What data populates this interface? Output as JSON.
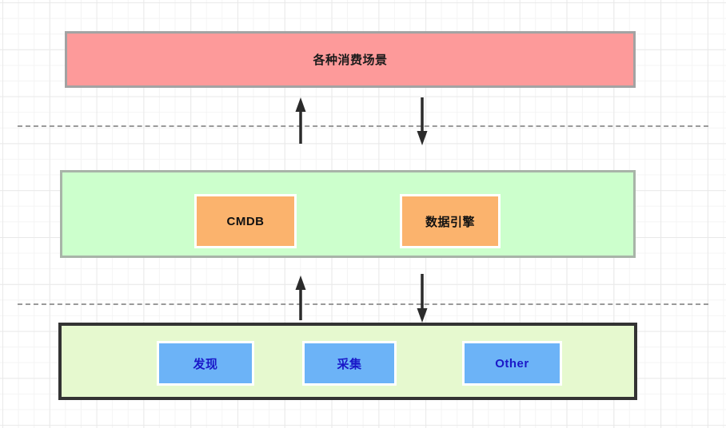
{
  "diagram": {
    "title_layers": [
      {
        "id": "consumption",
        "label": "各种消费场景",
        "fill": "#fd9a9a",
        "border": "#a3a3a3"
      },
      {
        "id": "platform",
        "label": "",
        "fill": "#ccffcc",
        "border": "#a8b4a8"
      },
      {
        "id": "collection",
        "label": "",
        "fill": "#e6f9cf",
        "border": "#333333"
      }
    ],
    "layer_consumption": {
      "label": "各种消费场景"
    },
    "layer_platform": {
      "nodes": [
        {
          "label": "CMDB",
          "fill": "#fbb36d",
          "text_color": "#111111"
        },
        {
          "label": "数据引擎",
          "fill": "#fbb36d",
          "text_color": "#111111"
        }
      ]
    },
    "layer_collection": {
      "nodes": [
        {
          "label": "发现",
          "fill": "#6cb3f7",
          "text_color": "#1a18c8"
        },
        {
          "label": "采集",
          "fill": "#6cb3f7",
          "text_color": "#1a18c8"
        },
        {
          "label": "Other",
          "fill": "#6cb3f7",
          "text_color": "#1a18c8"
        }
      ]
    },
    "connectors": [
      {
        "name": "upper-up-arrow",
        "direction": "up",
        "label": ""
      },
      {
        "name": "upper-down-arrow",
        "direction": "down",
        "label": ""
      },
      {
        "name": "lower-up-arrow",
        "direction": "up",
        "label": ""
      },
      {
        "name": "lower-down-arrow",
        "direction": "down",
        "label": ""
      }
    ],
    "dividers": [
      {
        "name": "upper-divider",
        "style": "dashed",
        "color": "#9a9a9a"
      },
      {
        "name": "lower-divider",
        "style": "dashed",
        "color": "#9a9a9a"
      }
    ],
    "canvas": {
      "background": "#ffffff",
      "grid_minor_color": "#f4f4f4",
      "grid_major_color": "#e9e9e9"
    }
  }
}
